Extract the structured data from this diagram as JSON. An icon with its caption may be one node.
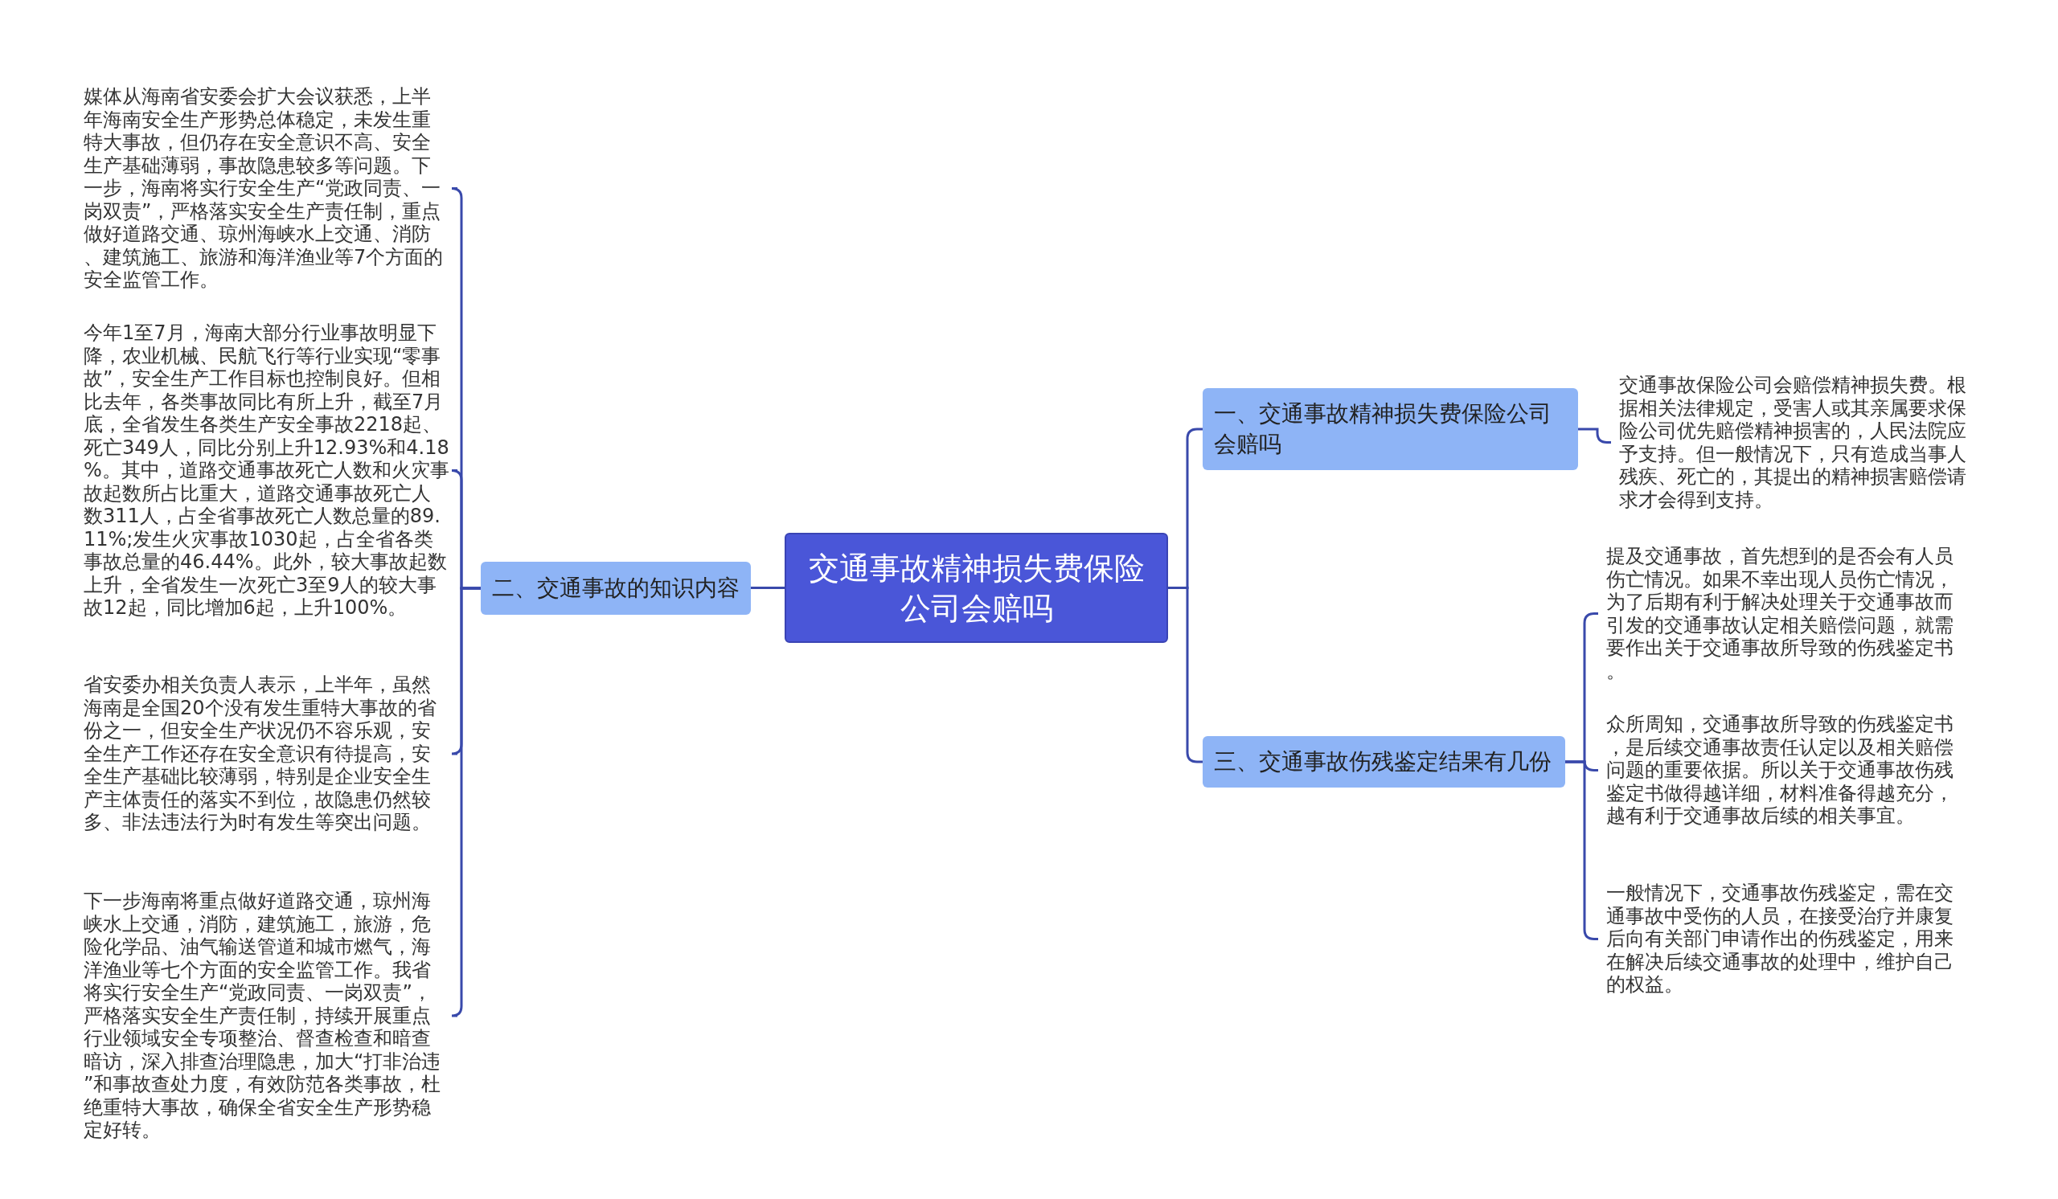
{
  "diagram": {
    "nodes": [
      {
        "text": [
          "交通事故精神损失费保险公司会赔吗"
        ]
      },
      {
        "text": [
          "二、交通事故的知识内容"
        ]
      },
      {
        "text": [
          "媒体从海南省安委会扩大会议获悉，上半年海南安全生产形势总体稳定，未发生重特大事故，但仍存在安全意识不高、安全生产基础薄弱，事故隐患较多等问题。下一步，海南将实行安全生产“党政同责、一岗双责”，严格落实安全生产责任制，重点做好道路交通、琼州海峡水上交通、消防、建筑施工、旅游和海洋渔业等7个方面的安全监管工作。"
        ]
      },
      {
        "text": [
          "今年1至7月，海南大部分行业事故明显下降，农业机械、民航飞行等行业实现“零事故”，安全生产工作目标也控制良好。但相比去年，各类事故同比有所上升，截至7月底，全省发生各类生产安全事故2218起、死亡349人，同比分别上升12.93%和4.18%。其中，道路交通事故死亡人数和火灾事故起数所占比重大，道路交通事故死亡人数311人，占全省事故死亡人数总量的89.11%;发生火灾事故1030起，占全省各类事故总量的46.44%。此外，较大事故起数上升，全省发生一次死亡3至9人的较大事故12起，同比增加6起，上升100%。"
        ]
      },
      {
        "text": [
          "省安委办相关负责人表示，上半年，虽然海南是全国20个没有发生重特大事故的省份之一，但安全生产状况仍不容乐观，安全生产工作还存在安全意识有待提高，安全生产基础比较薄弱，特别是企业安全生产主体责任的落实不到位，故隐患仍然较多、非法违法行为时有发生等突出问题。"
        ]
      },
      {
        "text": [
          "下一步海南将重点做好道路交通，琼州海峡水上交通，消防，建筑施工，旅游，危险化学品、油气输送管道和城市燃气，海洋渔业等七个方面的安全监管工作。我省将实行安全生产“党政同责、一岗双责”，严格落实安全生产责任制，持续开展重点行业领域安全专项整治、督查检查和暗查暗访，深入排查治理隐患，加大“打非治违”和事故查处力度，有效防范各类事故，杜绝重特大事故，确保全省安全生产形势稳定好转。"
        ]
      },
      {
        "text": [
          "一、交通事故精神损失费保险公司会赔吗"
        ]
      },
      {
        "text": [
          "交通事故保险公司会赔偿精神损失费。根据相关法律规定，受害人或其亲属要求保险公司优先赔偿精神损害的，人民法院应予支持。但一般情况下，只有造成当事人残疾、死亡的，其提出的精神损害赔偿请求才会得到支持。"
        ]
      },
      {
        "text": [
          "三、交通事故伤残鉴定结果有几份"
        ]
      },
      {
        "text": [
          "提及交通事故，首先想到的是否会有人员伤亡情况。如果不幸出现人员伤亡情况，为了后期有利于解决处理关于交通事故而引发的交通事故认定相关赔偿问题，就需要作出关于交通事故所导致的伤残鉴定书。"
        ]
      },
      {
        "text": [
          "众所周知，交通事故所导致的伤残鉴定书，是后续交通事故责任认定以及相关赔偿问题的重要依据。所以关于交通事故伤残鉴定书做得越详细，材料准备得越充分，越有利于交通事故后续的相关事宜。"
        ]
      },
      {
        "text": [
          "一般情况下，交通事故伤残鉴定，需在交通事故中受伤的人员，在接受治疗并康复后向有关部门申请作出的伤残鉴定，用来在解决后续交通事故的处理中，维护自己的权益。"
        ]
      }
    ],
    "edges": [
      {
        "from": 0,
        "to": 1,
        "arrow": "none"
      },
      {
        "from": 1,
        "to": 2,
        "arrow": "none"
      },
      {
        "from": 1,
        "to": 3,
        "arrow": "none"
      },
      {
        "from": 1,
        "to": 4,
        "arrow": "none"
      },
      {
        "from": 1,
        "to": 5,
        "arrow": "none"
      },
      {
        "from": 0,
        "to": 6,
        "arrow": "none"
      },
      {
        "from": 6,
        "to": 7,
        "arrow": "none"
      },
      {
        "from": 0,
        "to": 8,
        "arrow": "none"
      },
      {
        "from": 8,
        "to": 9,
        "arrow": "none"
      },
      {
        "from": 8,
        "to": 10,
        "arrow": "none"
      },
      {
        "from": 8,
        "to": 11,
        "arrow": "none"
      }
    ]
  }
}
